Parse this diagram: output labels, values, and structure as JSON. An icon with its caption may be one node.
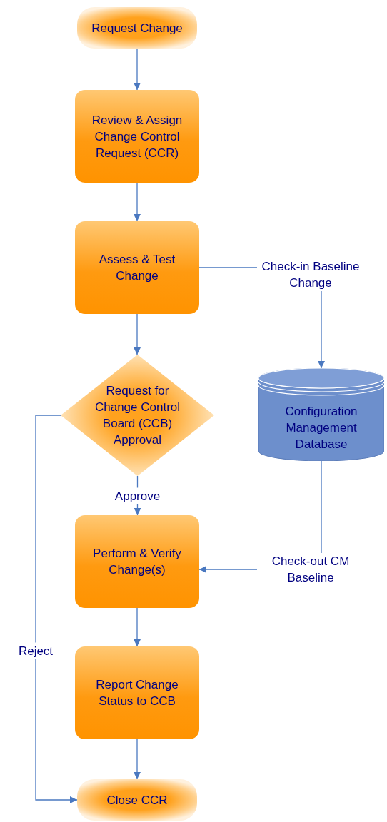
{
  "diagram": {
    "nodes": [
      {
        "text": [
          "Request Change"
        ]
      },
      {
        "text": [
          "Review & Assign Change Control Request (CCR)"
        ]
      },
      {
        "text": [
          "Assess & Test Change"
        ]
      },
      {
        "text": [
          "Request for Change Control Board (CCB) Approval"
        ]
      },
      {
        "text": [
          "Perform & Verify Change(s)"
        ]
      },
      {
        "text": [
          "Report Change Status to CCB"
        ]
      },
      {
        "text": [
          "Close CCR"
        ]
      },
      {
        "text": [
          "Configuration Management Database"
        ]
      }
    ],
    "edges": [
      {
        "from": 0,
        "to": 1,
        "arrow": "to"
      },
      {
        "from": 1,
        "to": 2,
        "arrow": "to"
      },
      {
        "from": 2,
        "to": 3,
        "arrow": "to"
      },
      {
        "from": 3,
        "to": 4,
        "arrow": "to",
        "label": "Approve"
      },
      {
        "from": 4,
        "to": 5,
        "arrow": "to"
      },
      {
        "from": 5,
        "to": 6,
        "arrow": "to"
      },
      {
        "from": 3,
        "to": 6,
        "arrow": "to",
        "label": "Reject"
      },
      {
        "from": 2,
        "to": 7,
        "arrow": "to",
        "label": "Check-in Baseline Change"
      },
      {
        "from": 7,
        "to": 4,
        "arrow": "to",
        "label": "Check-out CM Baseline"
      }
    ]
  }
}
